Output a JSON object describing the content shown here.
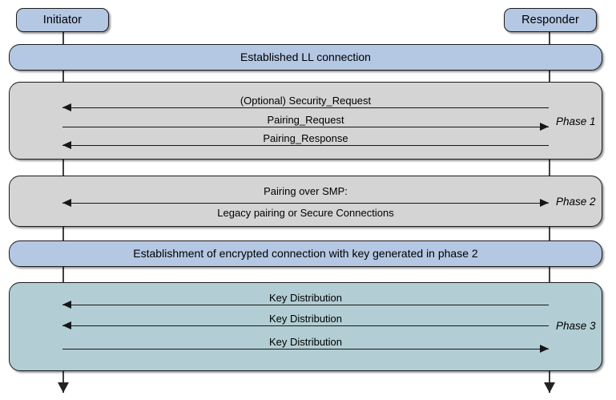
{
  "diagram": {
    "title": "BLE SMP pairing phases sequence diagram",
    "colors": {
      "actor_fill": "#b4c7e3",
      "band_blue": "#b4c7e3",
      "band_grey": "#d4d4d4",
      "band_teal": "#b2ced4",
      "border": "#1b1b1b",
      "line": "#161616",
      "background": "#ffffff"
    },
    "actors": [
      {
        "id": "initiator",
        "label": "Initiator"
      },
      {
        "id": "responder",
        "label": "Responder"
      }
    ],
    "bands": [
      {
        "id": "ll-connection",
        "label": "Established LL connection",
        "style": "blue"
      },
      {
        "id": "phase1",
        "label": "",
        "style": "grey",
        "phase": "Phase 1"
      },
      {
        "id": "phase2",
        "label": "",
        "style": "grey",
        "phase": "Phase 2"
      },
      {
        "id": "encrypted-connection",
        "label": "Establishment of encrypted connection with key generated in phase 2",
        "style": "blue"
      },
      {
        "id": "phase3",
        "label": "",
        "style": "teal",
        "phase": "Phase 3"
      }
    ],
    "phase_labels": {
      "phase1": "Phase 1",
      "phase2": "Phase 2",
      "phase3": "Phase 3"
    },
    "messages": {
      "phase1": [
        {
          "id": "security-request",
          "label": "(Optional) Security_Request",
          "direction": "responder-to-initiator"
        },
        {
          "id": "pairing-request",
          "label": "Pairing_Request",
          "direction": "initiator-to-responder"
        },
        {
          "id": "pairing-response",
          "label": "Pairing_Response",
          "direction": "responder-to-initiator"
        }
      ],
      "phase2": [
        {
          "id": "pairing-over-smp",
          "label_line1": "Pairing over SMP:",
          "label_line2": "Legacy pairing or Secure Connections",
          "direction": "bidirectional"
        }
      ],
      "phase3": [
        {
          "id": "key-distribution-1",
          "label": "Key Distribution",
          "direction": "responder-to-initiator"
        },
        {
          "id": "key-distribution-2",
          "label": "Key Distribution",
          "direction": "responder-to-initiator"
        },
        {
          "id": "key-distribution-3",
          "label": "Key Distribution",
          "direction": "initiator-to-responder"
        }
      ]
    }
  }
}
